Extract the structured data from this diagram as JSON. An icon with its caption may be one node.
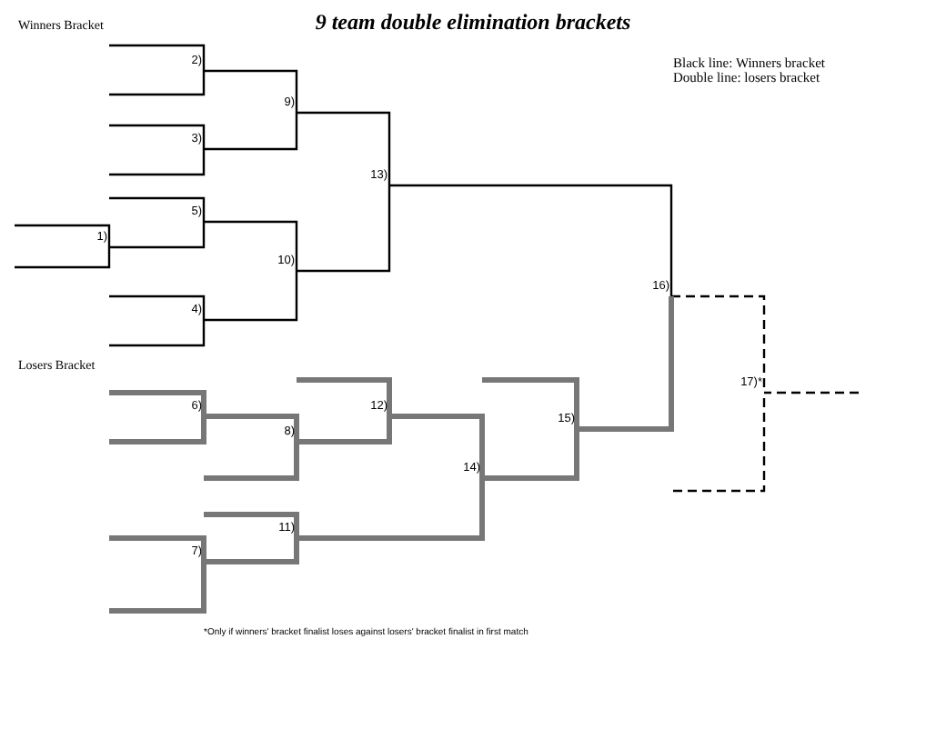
{
  "diagram": {
    "title": "9 team double elimination brackets",
    "nodes": [
      {
        "text": [
          "2)"
        ]
      },
      {
        "text": [
          "3)"
        ]
      },
      {
        "text": [
          "5)"
        ]
      },
      {
        "text": [
          "1)"
        ]
      },
      {
        "text": [
          "4)"
        ]
      },
      {
        "text": [
          "9)"
        ]
      },
      {
        "text": [
          "10)"
        ]
      },
      {
        "text": [
          "13)"
        ]
      },
      {
        "text": [
          "16)"
        ]
      },
      {
        "text": [
          "17)*"
        ]
      },
      {
        "text": [
          "6)"
        ]
      },
      {
        "text": [
          "8)"
        ]
      },
      {
        "text": [
          "12)"
        ]
      },
      {
        "text": [
          "7)"
        ]
      },
      {
        "text": [
          "11)"
        ]
      },
      {
        "text": [
          "14)"
        ]
      },
      {
        "text": [
          "15)"
        ]
      }
    ],
    "edges": [
      {
        "from": 3,
        "to": 2,
        "arrow": "none"
      },
      {
        "from": 0,
        "to": 5,
        "arrow": "none"
      },
      {
        "from": 1,
        "to": 5,
        "arrow": "none"
      },
      {
        "from": 2,
        "to": 6,
        "arrow": "none"
      },
      {
        "from": 4,
        "to": 6,
        "arrow": "none"
      },
      {
        "from": 5,
        "to": 7,
        "arrow": "none"
      },
      {
        "from": 6,
        "to": 7,
        "arrow": "none"
      },
      {
        "from": 7,
        "to": 8,
        "arrow": "none"
      },
      {
        "from": 8,
        "to": 9,
        "arrow": "none",
        "style": "dashed"
      },
      {
        "from": 10,
        "to": 11,
        "arrow": "none",
        "style": "thick",
        "color": "#777777"
      },
      {
        "from": 11,
        "to": 12,
        "arrow": "none",
        "style": "thick",
        "color": "#777777"
      },
      {
        "from": 12,
        "to": 15,
        "arrow": "none",
        "style": "thick",
        "color": "#777777"
      },
      {
        "from": 13,
        "to": 14,
        "arrow": "none",
        "style": "thick",
        "color": "#777777"
      },
      {
        "from": 14,
        "to": 15,
        "arrow": "none",
        "style": "thick",
        "color": "#777777"
      },
      {
        "from": 15,
        "to": 16,
        "arrow": "none",
        "style": "thick",
        "color": "#777777"
      },
      {
        "from": 16,
        "to": 8,
        "arrow": "none",
        "style": "thick",
        "color": "#777777"
      }
    ],
    "labels": [
      "Winners Bracket",
      "Black line: Winners bracket",
      "Double line: losers bracket",
      "Losers Bracket",
      "*Only if winners' bracket finalist loses against losers' bracket finalist in first match"
    ]
  }
}
